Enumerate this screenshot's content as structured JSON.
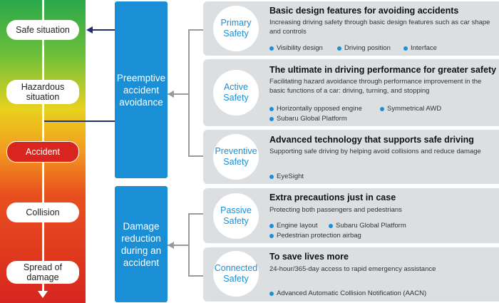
{
  "stages": [
    {
      "label": "Safe situation"
    },
    {
      "label": "Hazardous situation"
    },
    {
      "label": "Accident"
    },
    {
      "label": "Collision"
    },
    {
      "label": "Spread of damage"
    }
  ],
  "categories": [
    {
      "label": "Preemptive accident avoidance"
    },
    {
      "label": "Damage reduction during an accident"
    }
  ],
  "cards": [
    {
      "name": "Primary Safety",
      "title": "Basic design features for avoiding accidents",
      "description": "Increasing driving safety through basic design features such as car shape and controls",
      "bullets": [
        "Visibility design",
        "Driving position",
        "Interface"
      ]
    },
    {
      "name": "Active Safety",
      "title": "The ultimate in driving performance for greater safety",
      "description": "Facilitating hazard avoidance through performance improvement in the basic functions of a car: driving, turning, and stopping",
      "bullets": [
        "Horizontally opposed engine",
        "Symmetrical AWD",
        "Subaru Global Platform"
      ]
    },
    {
      "name": "Preventive Safety",
      "title": "Advanced technology that supports safe driving",
      "description": "Supporting safe driving by helping avoid collisions and reduce damage",
      "bullets": [
        "EyeSight"
      ]
    },
    {
      "name": "Passive Safety",
      "title": "Extra precautions just in case",
      "description": "Protecting both passengers and pedestrians",
      "bullets": [
        "Engine layout",
        "Subaru Global Platform",
        "Pedestrian protection airbag"
      ]
    },
    {
      "name": "Connected Safety",
      "title": "To save lives more",
      "description": "24-hour/365-day access to rapid emergency assistance",
      "bullets": [
        "Advanced Automatic Collision Notification (AACN)"
      ]
    }
  ],
  "colors": {
    "accent_blue": "#1a8fd6",
    "navy_arrow": "#1f2f6e",
    "card_grey": "#dcdfe2",
    "accident_red": "#d8261f"
  }
}
